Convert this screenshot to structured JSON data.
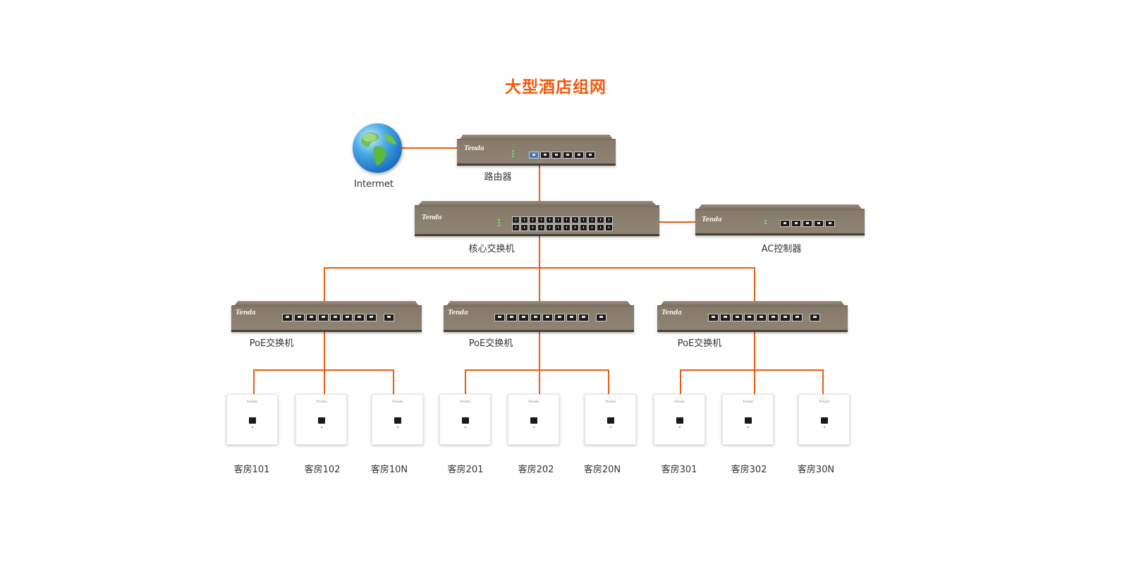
{
  "title": "大型酒店组网",
  "colors": {
    "title": "#f25a0c",
    "link": "#f25a0c",
    "device_body": "#867a6b",
    "panel": "#ffffff"
  },
  "icons": {
    "internet": "globe-icon"
  },
  "nodes": {
    "internet": "Intermet",
    "router": "路由器",
    "core_switch": "核心交换机",
    "ac_controller": "AC控制器",
    "poe_switches": [
      "PoE交换机",
      "PoE交换机",
      "PoE交换机"
    ],
    "rooms": [
      "客房101",
      "客房102",
      "客房10N",
      "客房201",
      "客房202",
      "客房20N",
      "客房301",
      "客房302",
      "客房30N"
    ]
  },
  "device_branding": {
    "brand": "Tenda"
  }
}
